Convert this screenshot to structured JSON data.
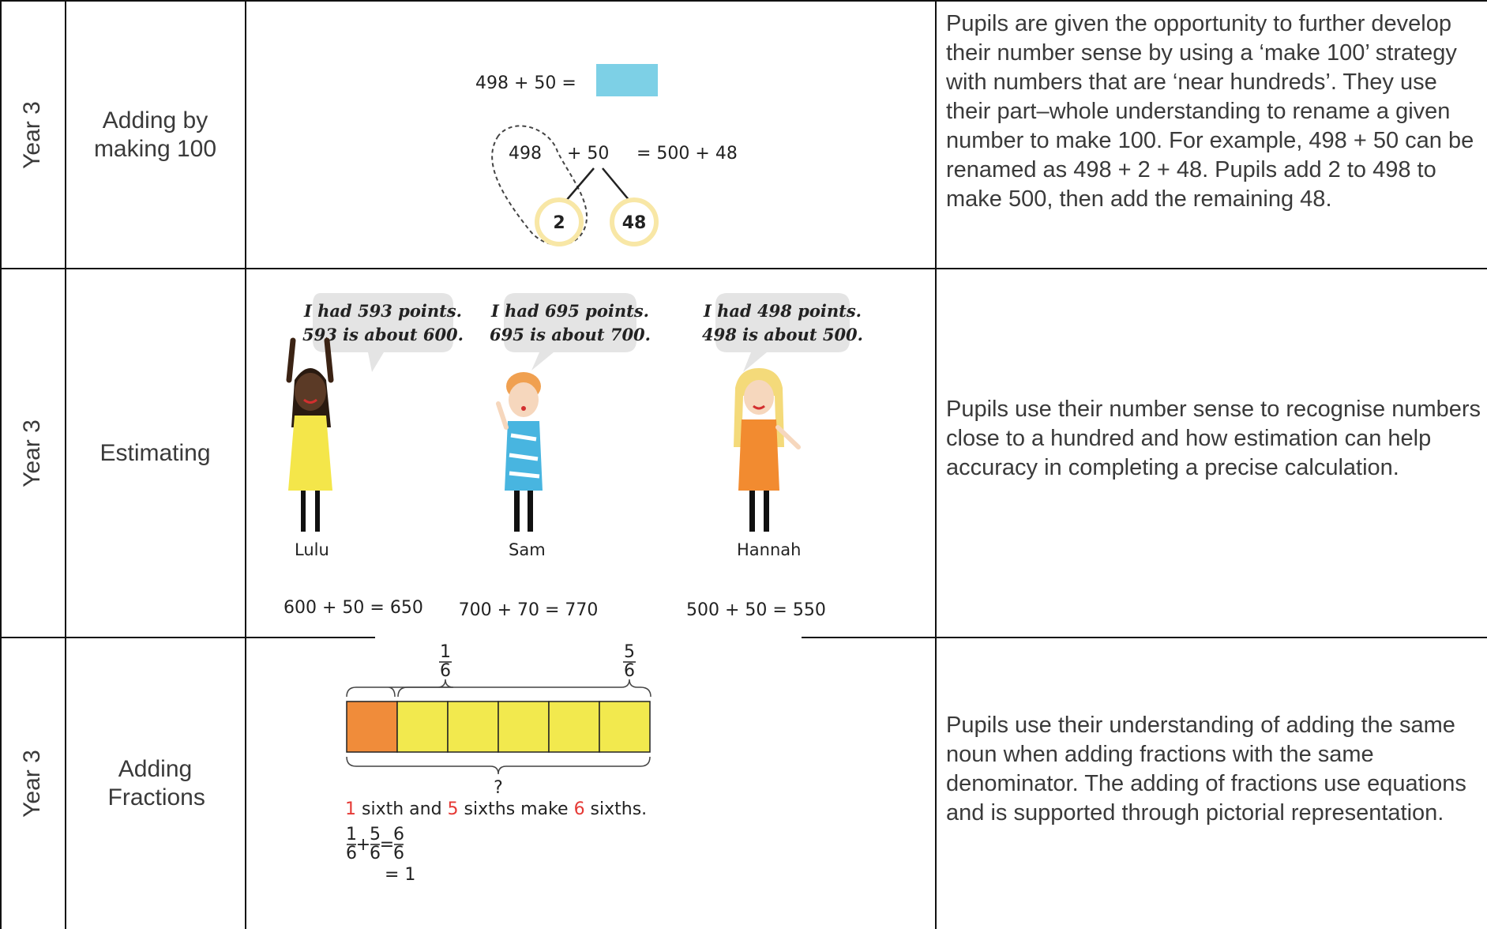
{
  "rows": [
    {
      "year": "Year 3",
      "topic": "Adding by making 100",
      "description": "Pupils are given the opportunity to further develop their number sense by using a ‘make 100’ strategy with numbers that are ‘near hundreds’. They use their part–whole understanding to rename a given number to make 100. For example, 498 + 50 can be renamed as 498 + 2 + 48. Pupils add 2 to 498 to make 500, then add the remaining 48.",
      "illustration": {
        "equation_top": "498 + 50 =",
        "answer_box_color": "#7dd0e6",
        "num_a": "498",
        "plus_b": "+ 50",
        "result": "= 500 + 48",
        "part1": "2",
        "part2": "48"
      }
    },
    {
      "year": "Year 3",
      "topic": "Estimating",
      "description": "Pupils use their number sense to recognise numbers close to a hundred and how estimation can help accuracy in completing a precise calculation.",
      "illustration": {
        "kids": [
          {
            "bubble_line1": "I had 593 points.",
            "bubble_line2": "593 is about 600.",
            "name": "Lulu",
            "equation": "600 + 50 = 650"
          },
          {
            "bubble_line1": "I had 695 points.",
            "bubble_line2": "695 is about 700.",
            "name": "Sam",
            "equation": "700 + 70 = 770"
          },
          {
            "bubble_line1": "I had 498 points.",
            "bubble_line2": "498 is about 500.",
            "name": "Hannah",
            "equation": "500 + 50 = 550"
          }
        ]
      }
    },
    {
      "year": "Year 3",
      "topic": "Adding Fractions",
      "description": "Pupils use their understanding of adding the same noun when adding fractions with the same denominator. The adding of fractions use equations and is supported through pictorial representation.",
      "illustration": {
        "top_left_num": "1",
        "top_left_den": "6",
        "top_right_num": "5",
        "top_right_den": "6",
        "total_label": "?",
        "statement_n1": "1",
        "statement_t1": " sixth and ",
        "statement_n2": "5",
        "statement_t2": " sixths make ",
        "statement_n3": "6",
        "statement_t3": " sixths.",
        "eq_a_num": "1",
        "eq_a_den": "6",
        "eq_b_num": "5",
        "eq_b_den": "6",
        "eq_c_num": "6",
        "eq_c_den": "6",
        "eq_plus": "+",
        "eq_equals": "=",
        "eq_result": "= 1",
        "colors": {
          "orange": "#f08c3a",
          "yellow": "#f2e94e",
          "red": "#e53935"
        }
      }
    }
  ]
}
